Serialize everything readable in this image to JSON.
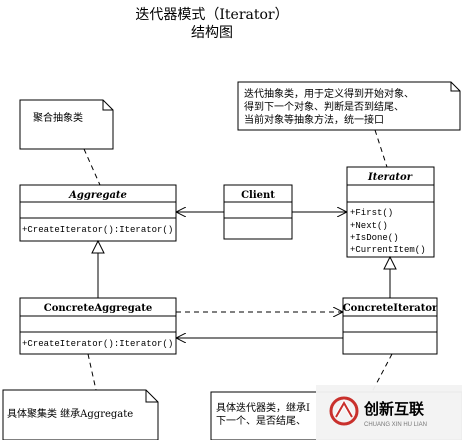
{
  "title": {
    "line1": "迭代器模式（Iterator）",
    "line2": "结构图"
  },
  "notes": {
    "aggregate_note": "聚合抽象类",
    "iterator_note": [
      "迭代抽象类，用于定义得到开始对象、",
      "得到下一个对象、判断是否到结尾、",
      "当前对象等抽象方法，统一接口"
    ],
    "concrete_aggregate_note": "具体聚集类 继承Aggregate",
    "concrete_iterator_note": [
      "具体迭代器类，继承I",
      "下一个、是否结尾、"
    ]
  },
  "classes": {
    "aggregate": {
      "name": "Aggregate",
      "method": "+CreateIterator():Iterator()"
    },
    "client": {
      "name": "Client"
    },
    "iterator": {
      "name": "Iterator",
      "methods": [
        "+First()",
        "+Next()",
        "+IsDone()",
        "+CurrentItem()"
      ]
    },
    "concrete_aggregate": {
      "name": "ConcreteAggregate",
      "method": "+CreateIterator():Iterator()"
    },
    "concrete_iterator": {
      "name": "ConcreteIterator"
    }
  },
  "watermark": {
    "brand": "创新互联",
    "sub": "CHUANG XIN HU LIAN"
  },
  "colors": {
    "watermark_bg": "#f2f2f2",
    "watermark_logo": "#c9302c",
    "watermark_text": "#555555"
  }
}
